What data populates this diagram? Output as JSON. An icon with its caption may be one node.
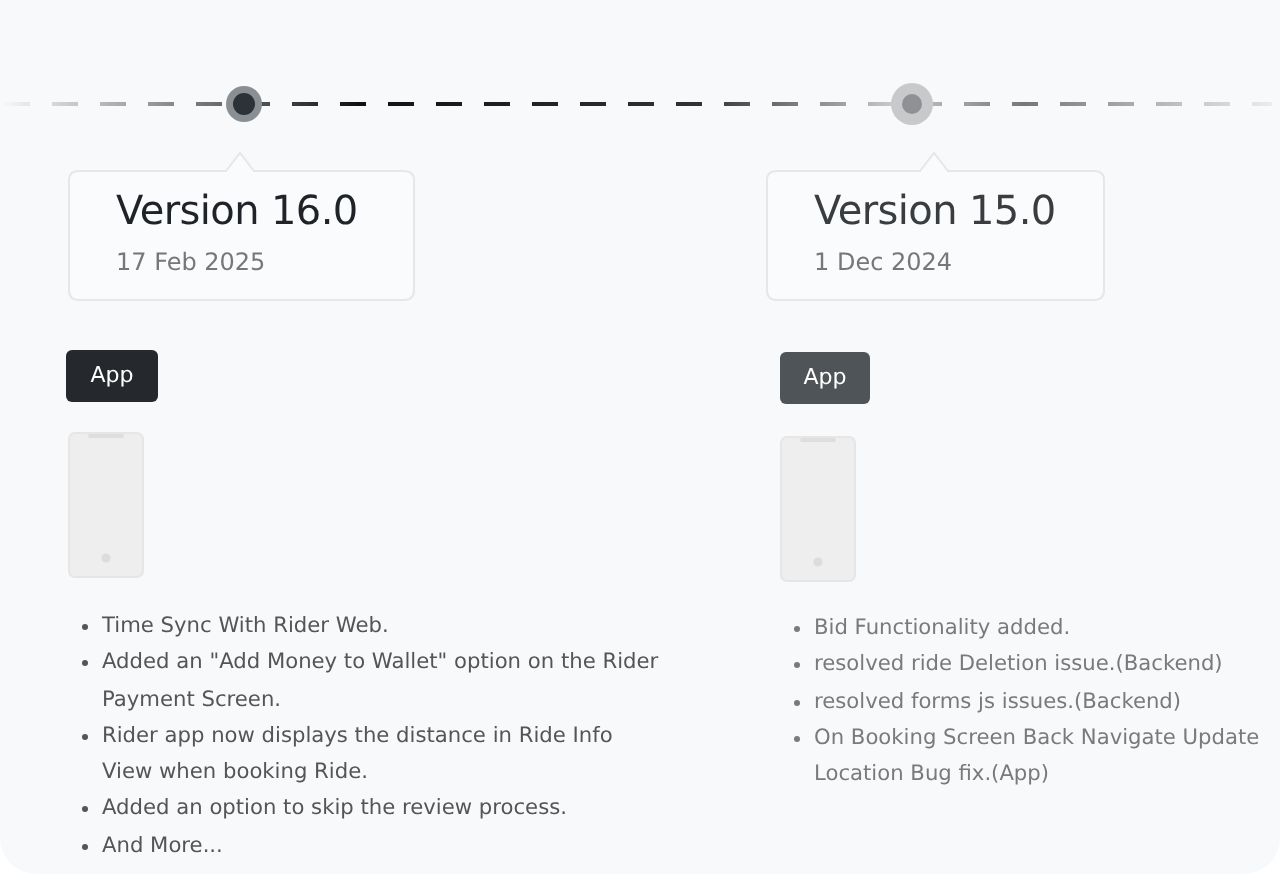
{
  "diagram": {
    "nodes": [
      {
        "text": [
          "Version 16.0",
          "17 Feb 2025"
        ]
      },
      {
        "text": [
          "App"
        ]
      },
      {
        "text": [
          "Version 15.0",
          "1 Dec 2024"
        ]
      },
      {
        "text": [
          "App"
        ]
      }
    ],
    "labels": [
      "Time Sync With Rider Web.",
      "Added an \"Add Money to Wallet\" option on the Rider Payment Screen.",
      "Rider app now displays the distance in Ride Info View when booking Ride.",
      "Added an option to skip the review process.",
      "And More...",
      "Bid Functionality added.",
      "resolved ride Deletion issue.(Backend)",
      "resolved forms js issues.(Backend)",
      "On Booking Screen Back Navigate Update Location Bug fix.(App)"
    ]
  }
}
